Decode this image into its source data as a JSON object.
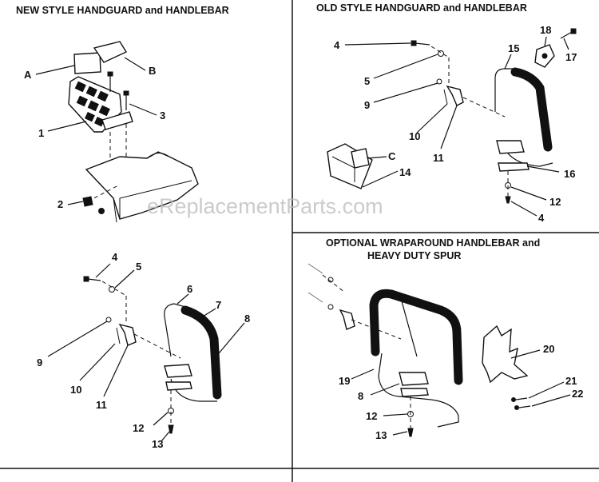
{
  "watermark": "eReplacementParts.com",
  "panels": {
    "new_style": {
      "title": "NEW STYLE HANDGUARD and HANDLEBAR",
      "labels": [
        "A",
        "B",
        "1",
        "2",
        "3"
      ]
    },
    "old_style": {
      "title": "OLD STYLE HANDGUARD and HANDLEBAR",
      "labels": [
        "4",
        "5",
        "9",
        "10",
        "11",
        "C",
        "14",
        "15",
        "16",
        "17",
        "18",
        "12",
        "4"
      ]
    },
    "standard_handlebar": {
      "labels": [
        "4",
        "5",
        "6",
        "7",
        "8",
        "9",
        "10",
        "11",
        "12",
        "13"
      ]
    },
    "optional": {
      "title_line1": "OPTIONAL WRAPAROUND HANDLEBAR and",
      "title_line2": "HEAVY DUTY SPUR",
      "labels": [
        "19",
        "20",
        "21",
        "22",
        "8",
        "12",
        "13"
      ]
    }
  }
}
